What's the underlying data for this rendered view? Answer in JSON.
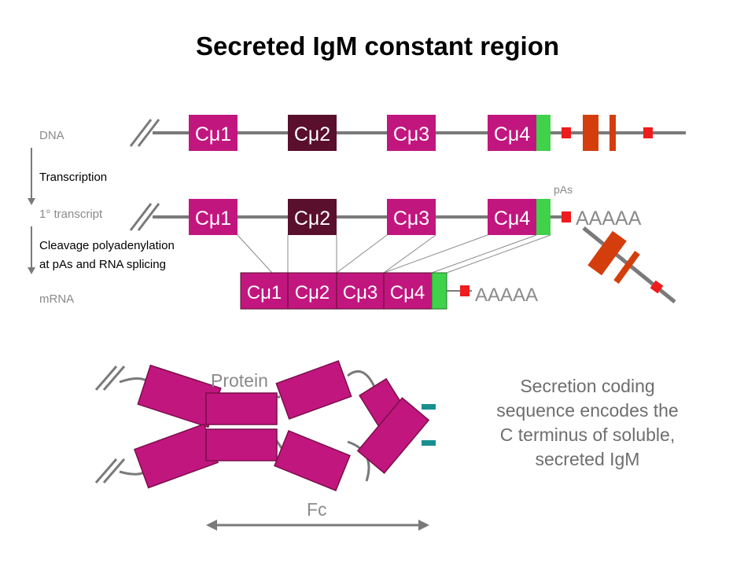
{
  "title": "Secreted IgM constant region",
  "stage_labels": {
    "dna": "DNA",
    "transcription": "Transcription",
    "primary_transcript": "1° transcript",
    "cleavage_line1": "Cleavage polyadenylation",
    "cleavage_line2": "at pAs and RNA splicing",
    "mrna": "mRNA"
  },
  "pas_label": "pAs",
  "polya_tail": "AAAAA",
  "domains": {
    "c1": "Cμ1",
    "c2": "Cμ2",
    "c3": "Cμ3",
    "c4": "Cμ4"
  },
  "protein_label": "Protein",
  "fc_label": "Fc",
  "description": {
    "line1": "Secretion coding",
    "line2": "sequence encodes the",
    "line3": "C terminus of soluble,",
    "line4": "secreted IgM"
  },
  "colors": {
    "domain_magenta": "#c2167f",
    "domain_dark": "#5a0f2c",
    "secretion_green": "#3fd24a",
    "pas_red": "#ee1c1c",
    "membrane_exon": "#d43e0c",
    "backbone_gray": "#7a7a7a",
    "disulfide_teal": "#1a8f8f"
  }
}
